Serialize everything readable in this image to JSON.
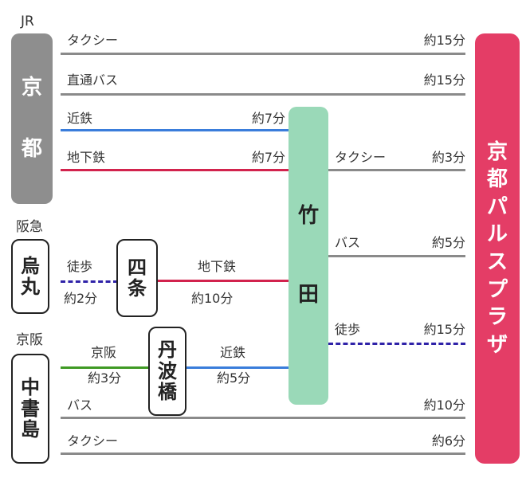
{
  "colors": {
    "gray_line": "#8a8a8a",
    "blue": "#3a7ddb",
    "red": "#d2234d",
    "green": "#3f9a24",
    "dashed": "#2f22a8",
    "kyoto_box": "#8e8e8e",
    "takeda_box": "#9ad9b8",
    "plaza_box": "#e43d66"
  },
  "jr": {
    "title": "JR",
    "station": "京都"
  },
  "hankyu": {
    "title": "阪急",
    "station": "烏丸"
  },
  "keihan": {
    "title": "京阪",
    "station": "中書島"
  },
  "takeda": "竹田",
  "plaza": "京都パルスプラザ",
  "shijo": "四条",
  "tanbabashi": "丹波橋",
  "routes": {
    "taxi_top": {
      "mode": "タクシー",
      "time": "約15分"
    },
    "direct_bus": {
      "mode": "直通バス",
      "time": "約15分"
    },
    "kintetsu": {
      "mode": "近鉄",
      "time": "約7分"
    },
    "subway": {
      "mode": "地下鉄",
      "time": "約7分"
    },
    "takeda_taxi": {
      "mode": "タクシー",
      "time": "約3分"
    },
    "takeda_bus": {
      "mode": "バス",
      "time": "約5分"
    },
    "takeda_walk": {
      "mode": "徒歩",
      "time": "約15分"
    },
    "karasuma_walk": {
      "mode": "徒歩",
      "time": "約2分"
    },
    "shijo_subway": {
      "mode": "地下鉄",
      "time": "約10分"
    },
    "keihan_line": {
      "mode": "京阪",
      "time": "約3分"
    },
    "tanbabashi_kintetsu": {
      "mode": "近鉄",
      "time": "約5分"
    },
    "chushojima_bus": {
      "mode": "バス",
      "time": "約10分"
    },
    "chushojima_taxi": {
      "mode": "タクシー",
      "time": "約6分"
    }
  }
}
